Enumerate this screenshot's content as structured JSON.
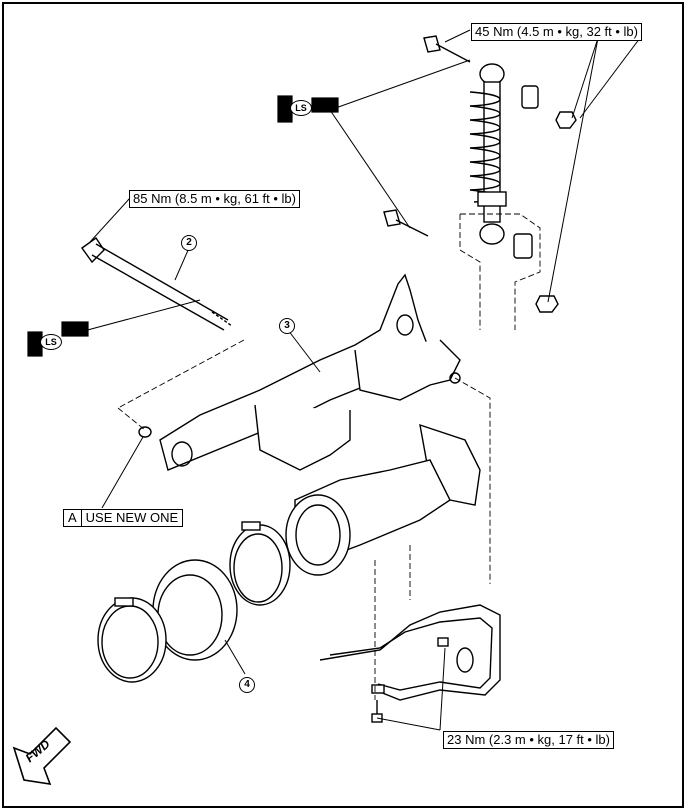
{
  "torque_labels": {
    "shock_bolt": "45 Nm (4.5 m • kg, 32 ft • lb)",
    "pivot_shaft": "85 Nm (8.5 m • kg, 61 ft • lb)",
    "guard_bolt": "23 Nm (2.3 m • kg, 17 ft • lb)"
  },
  "callouts": {
    "pivot_shaft": "2",
    "swingarm": "3",
    "boot": "4"
  },
  "note": {
    "mark": "A",
    "text": "USE NEW ONE"
  },
  "lubricant_mark": "LS",
  "direction_label": "FWD"
}
